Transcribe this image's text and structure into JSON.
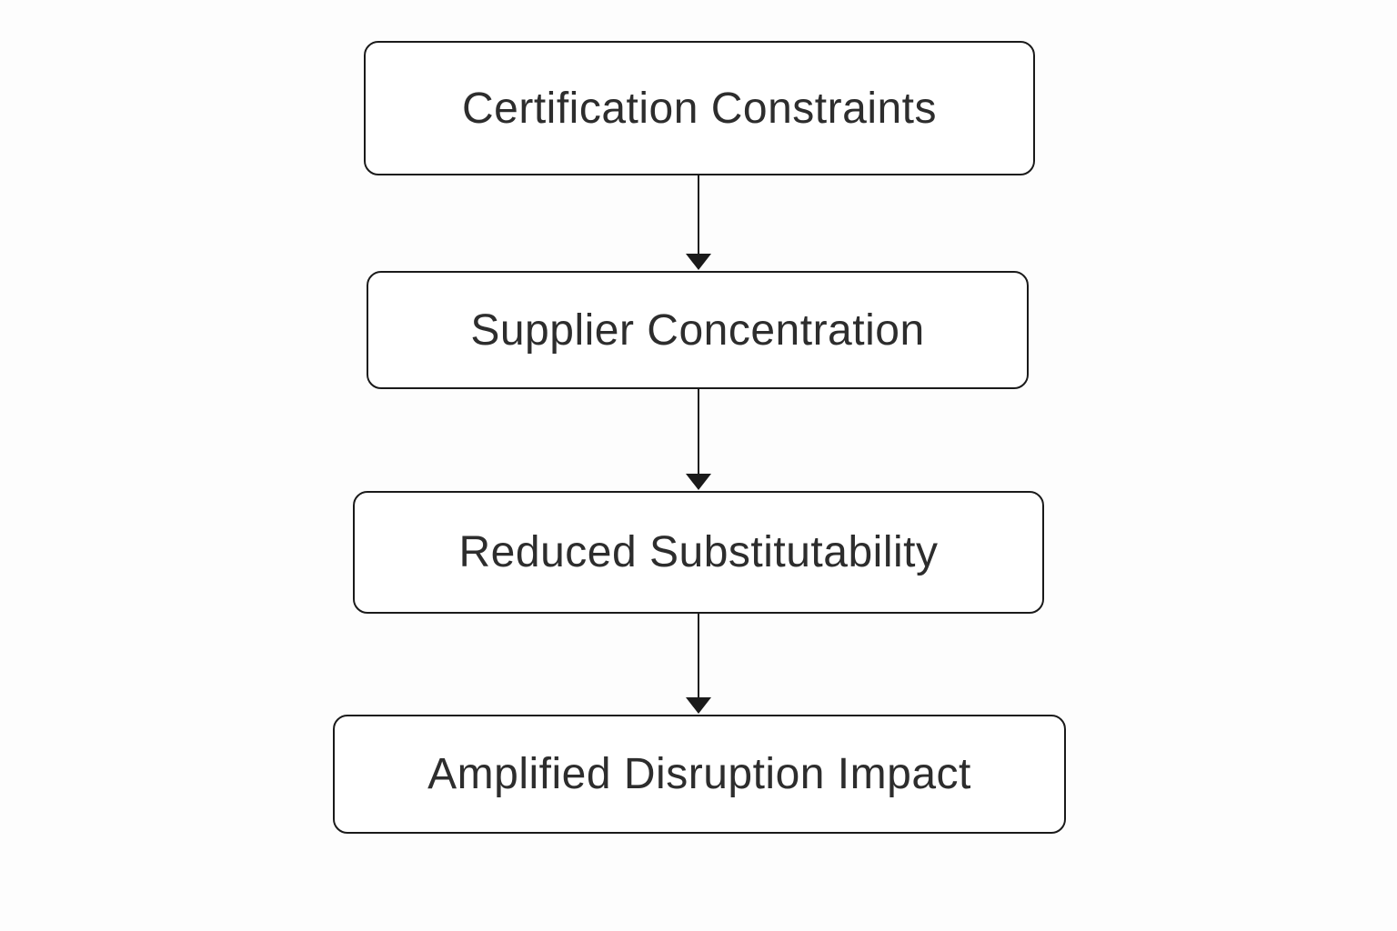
{
  "diagram": {
    "type": "flowchart",
    "direction": "top-down",
    "background_color": "#fdfdfd",
    "node_fill_color": "#ffffff",
    "node_border_color": "#1a1a1a",
    "text_color": "#2d2d2d",
    "arrow_color": "#1a1a1a",
    "nodes": [
      {
        "id": "certification-constraints",
        "label": "Certification Constraints"
      },
      {
        "id": "supplier-concentration",
        "label": "Supplier Concentration"
      },
      {
        "id": "reduced-substitutability",
        "label": "Reduced Substitutability"
      },
      {
        "id": "amplified-disruption-impact",
        "label": "Amplified Disruption Impact"
      }
    ],
    "edges": [
      {
        "from": "certification-constraints",
        "to": "supplier-concentration"
      },
      {
        "from": "supplier-concentration",
        "to": "reduced-substitutability"
      },
      {
        "from": "reduced-substitutability",
        "to": "amplified-disruption-impact"
      }
    ]
  }
}
